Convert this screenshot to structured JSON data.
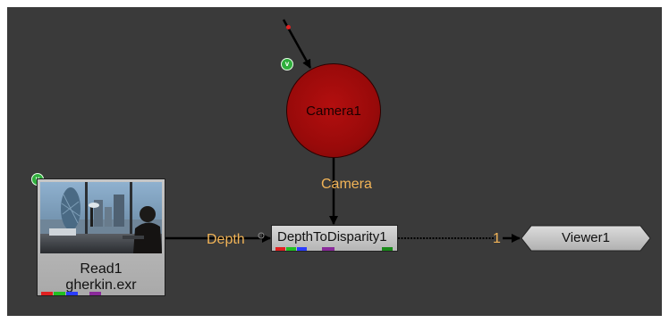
{
  "graph": {
    "background": "#3a3a3a",
    "nodes": {
      "read": {
        "name": "Read1",
        "file": "gherkin.exr",
        "badge": "v",
        "channels": [
          "#e02020",
          "#22c022",
          "#2a3cff",
          "#8a2a9a"
        ]
      },
      "camera": {
        "name": "Camera1",
        "badge": "v",
        "color": "#9b0b0b"
      },
      "depth_to_disparity": {
        "name": "DepthToDisparity1",
        "channels": [
          "#e02020",
          "#22c022",
          "#2a3cff",
          "#8a2a9a",
          "#1a8a1a"
        ]
      },
      "viewer": {
        "name": "Viewer1"
      }
    },
    "pipes": {
      "depth_label": "Depth",
      "camera_label": "Camera",
      "viewer_input_label": "1"
    },
    "label_color": "#f2b457"
  }
}
